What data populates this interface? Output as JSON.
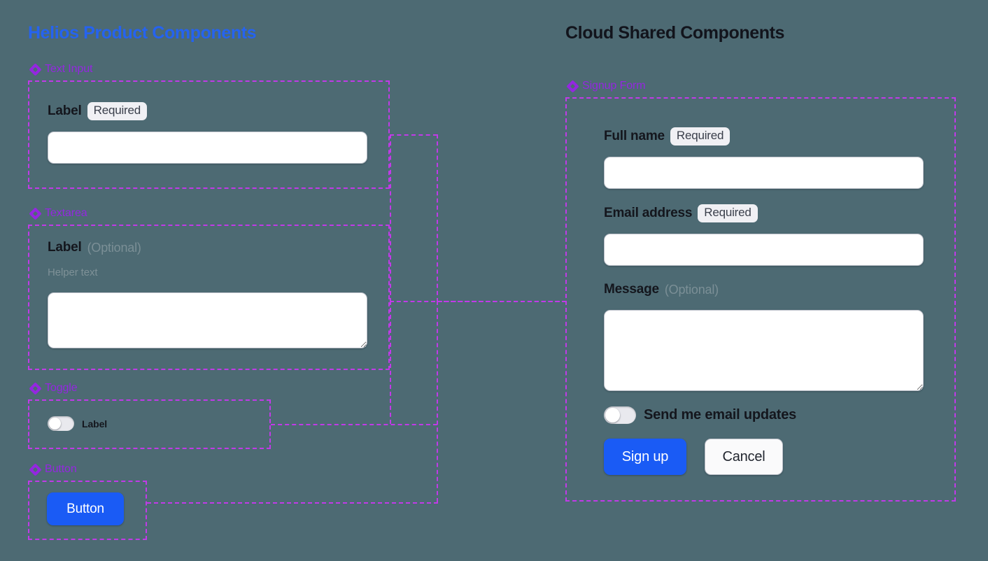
{
  "page": {
    "background_color": "#4d6a73",
    "accent_purple": "#9427e0",
    "connector_color": "#c13ae8",
    "brand_blue": "#2563f0",
    "button_blue": "#1a5bf5"
  },
  "left_column": {
    "title": "Helios Product Components",
    "sections": [
      {
        "heading": "Text Input",
        "icon": "diamond-icon",
        "label": "Label",
        "badge": "Required",
        "input_value": "",
        "input_placeholder": ""
      },
      {
        "heading": "Textarea",
        "icon": "diamond-icon",
        "label": "Label",
        "optional": "(Optional)",
        "helper": "Helper text",
        "textarea_value": "",
        "textarea_placeholder": ""
      },
      {
        "heading": "Toggle",
        "icon": "diamond-icon",
        "label": "Label",
        "checked": false
      },
      {
        "heading": "Button",
        "icon": "diamond-icon",
        "button_label": "Button"
      }
    ]
  },
  "right_column": {
    "title": "Cloud Shared Components",
    "section": {
      "heading": "Signup Form",
      "icon": "diamond-icon",
      "fields": [
        {
          "label": "Full name",
          "badge": "Required",
          "value": "",
          "placeholder": ""
        },
        {
          "label": "Email address",
          "badge": "Required",
          "value": "",
          "placeholder": ""
        },
        {
          "label": "Message",
          "optional": "(Optional)",
          "value": "",
          "placeholder": ""
        }
      ],
      "toggle": {
        "label": "Send me email updates",
        "checked": false
      },
      "actions": {
        "primary": "Sign up",
        "secondary": "Cancel"
      }
    }
  }
}
